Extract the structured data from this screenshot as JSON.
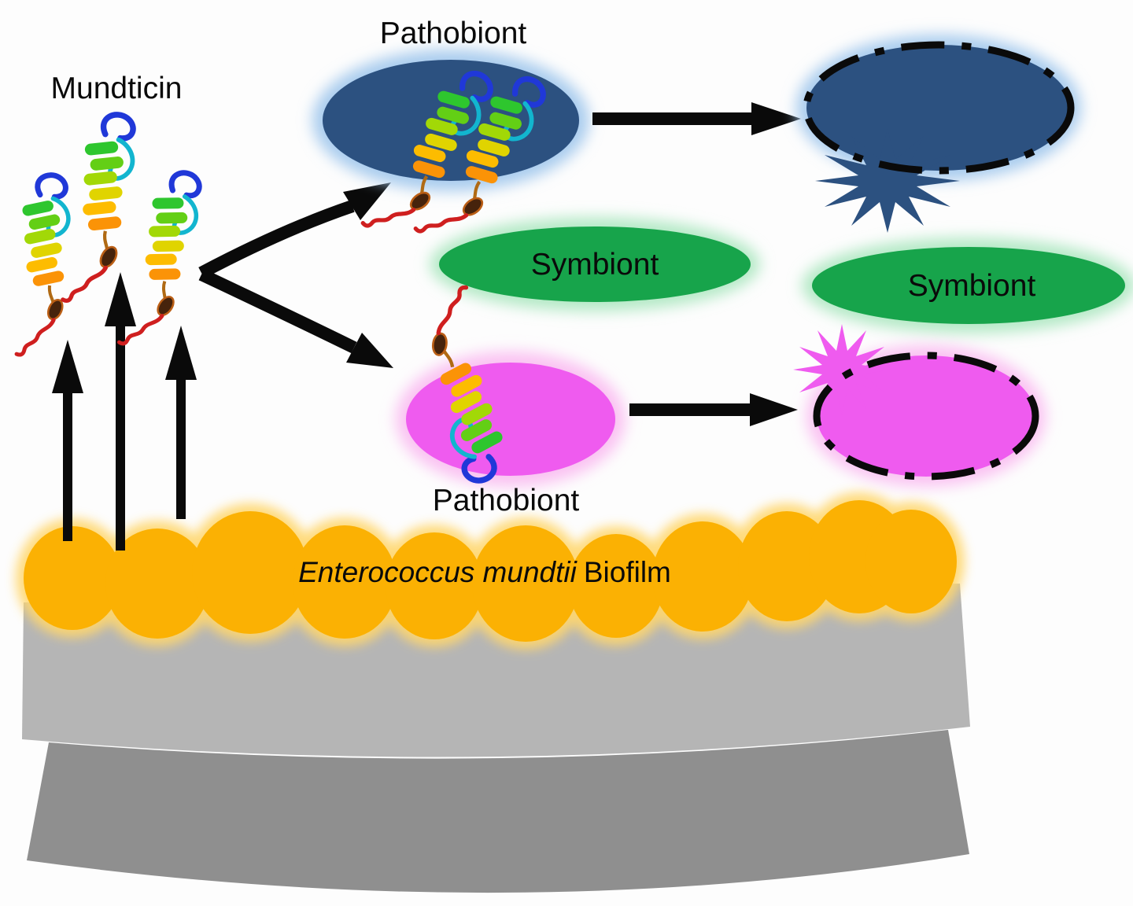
{
  "figure": {
    "labels": {
      "mundticin": "Mundticin",
      "pathobiont_top": "Pathobiont",
      "pathobiont_bottom": "Pathobiont",
      "symbiont_left": "Symbiont",
      "symbiont_right": "Symbiont",
      "biofilm_species": "Enterococcus mundtii",
      "biofilm_word": "Biofilm"
    },
    "colors": {
      "pathobiont-navy": "#2C5180",
      "navy-glow": "#A9CCEE",
      "symbiont-green": "#17A44B",
      "green-glow": "#B4E9C6",
      "pathobiont-magenta": "#EF5BEF",
      "magenta-glow": "#FAC2F2",
      "biofilm-orange": "#FBB103",
      "orange-glow": "#FFD76E",
      "mucosa-light-gray": "#B5B5B5",
      "mucosa-dark-gray": "#8F8F8F",
      "arrow-black": "#0A0A0A"
    }
  }
}
